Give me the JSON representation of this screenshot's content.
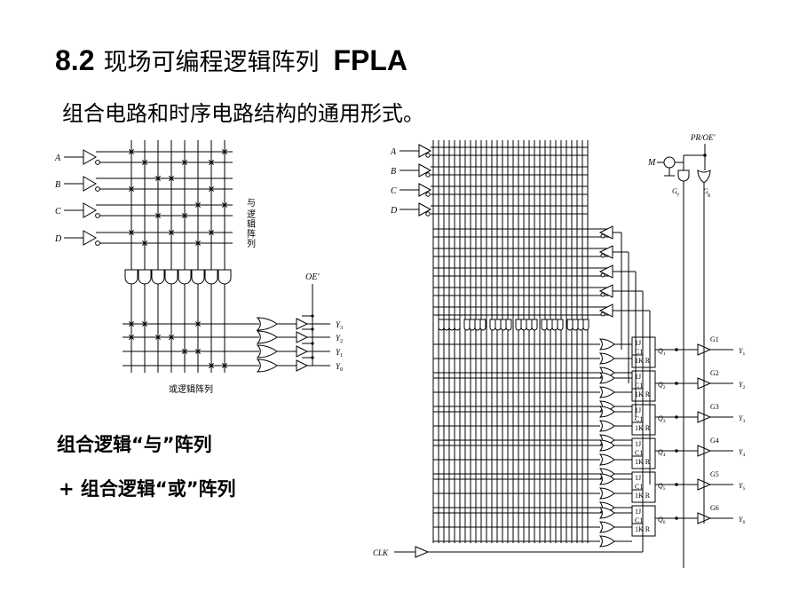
{
  "heading": {
    "number": "8.2",
    "text": "现场可编程逻辑阵列",
    "abbr": "FPLA"
  },
  "subtitle": "组合电路和时序电路结构的通用形式。",
  "left_circuit": {
    "inputs": [
      "A",
      "B",
      "C",
      "D"
    ],
    "and_array_label": "与逻辑阵列",
    "or_array_label": "或逻辑阵列",
    "oe_label": "OE'",
    "outputs": [
      "Y3",
      "Y2",
      "Y1",
      "Y0"
    ]
  },
  "right_circuit": {
    "inputs": [
      "A",
      "B",
      "C",
      "D"
    ],
    "mode_label": "M",
    "pr_oe_label": "PR/OE'",
    "gate_labels": [
      "G7",
      "G8"
    ],
    "ff_lines": [
      "1J",
      "C1",
      "1K R"
    ],
    "q_labels": [
      "Q1",
      "Q2",
      "Q3",
      "Q4",
      "Q5",
      "Q6"
    ],
    "output_gates": [
      "G1",
      "G2",
      "G3",
      "G4",
      "G5",
      "G6"
    ],
    "outputs": [
      "Y1",
      "Y2",
      "Y3",
      "Y4",
      "Y5",
      "Y6"
    ],
    "clock_label": "CLK"
  },
  "notes": [
    "组合逻辑“与”阵列",
    "+ 组合逻辑“或”阵列"
  ]
}
